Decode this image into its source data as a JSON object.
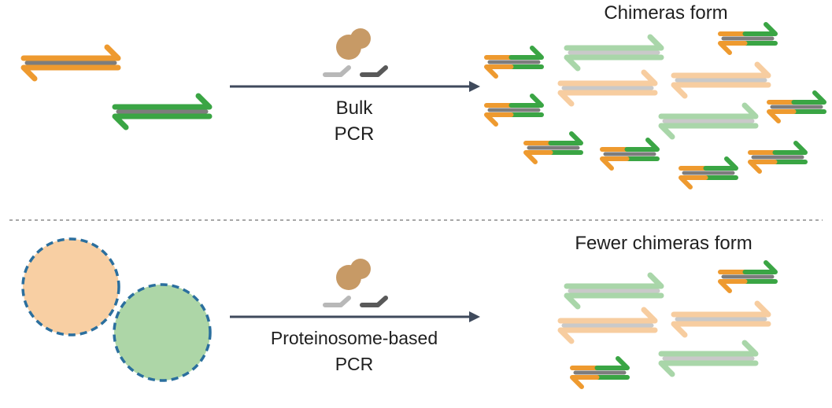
{
  "top_panel": {
    "method_line1": "Bulk",
    "method_line2": "PCR",
    "result": "Chimeras form"
  },
  "bottom_panel": {
    "method_line1": "Proteinosome-based",
    "method_line2": "PCR",
    "result": "Fewer chimeras form"
  },
  "colors": {
    "orange": "#ee9a2f",
    "green": "#3aa544",
    "core": "#7d7d7d",
    "light_orange": "#f7cda0",
    "light_green": "#a9d6a9",
    "light_core": "#c9c9c9",
    "droplet_orange": "#f8cfa3",
    "droplet_green": "#add6a7",
    "droplet_border": "#2b6f9e",
    "arrow": "#3f4a5c",
    "polymerase": "#c79a66",
    "primer_light": "#b8b8b8",
    "primer_dark": "#595959",
    "divider": "#8a8a8a"
  },
  "icons": [
    "polymerase-icon",
    "primer-icon"
  ]
}
